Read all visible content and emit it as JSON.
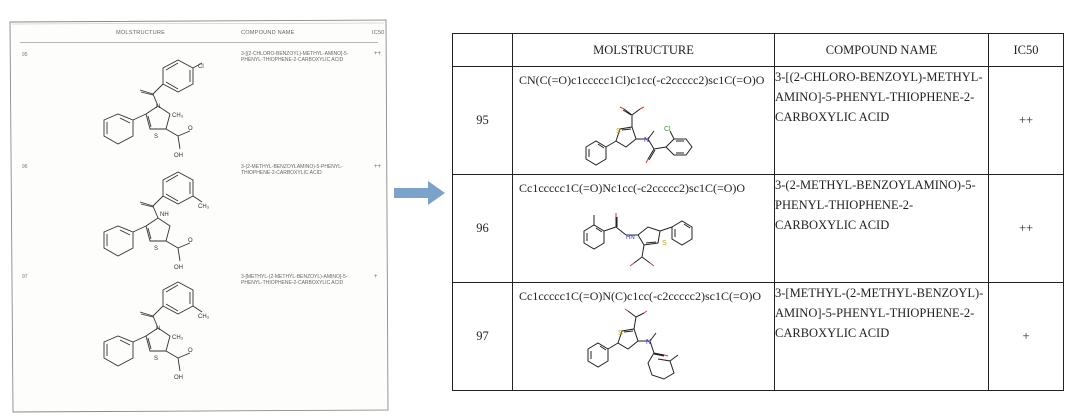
{
  "scan": {
    "headers": [
      "MOLSTRUCTURE",
      "COMPOUND NAME",
      "IC50"
    ],
    "rows": [
      {
        "index": "95",
        "name": "3-[(2-CHLORO-BENZOYL)-METHYL-AMINO]-5-PHENYL-THIOPHENE-2-CARBOXYLIC ACID",
        "ic50": "++",
        "labels": {
          "halo": "Cl",
          "n": "N",
          "nsub": "CH₃",
          "s": "S",
          "oh": "OH",
          "o": "O"
        }
      },
      {
        "index": "96",
        "name": "3-(2-METHYL-BENZOYLAMINO)-5-PHENYL-THIOPHENE-2-CARBOXYLIC ACID",
        "ic50": "++",
        "labels": {
          "halo": "CH₃",
          "n": "NH",
          "s": "S",
          "oh": "OH",
          "o": "O"
        }
      },
      {
        "index": "97",
        "name": "3-[METHYL-(2-METHYL-BENZOYL)-AMINO]-5-PHENYL-THIOPHENE-2-CARBOXYLIC ACID",
        "ic50": "+",
        "labels": {
          "halo": "CH₃",
          "n": "N",
          "nsub": "CH₃",
          "s": "S",
          "oh": "OH",
          "o": "O"
        }
      }
    ]
  },
  "table": {
    "headers": [
      "",
      "MOLSTRUCTURE",
      "COMPOUND NAME",
      "IC50"
    ],
    "rows": [
      {
        "index": "95",
        "smiles": "CN(C(=O)c1ccccc1Cl)c1cc(-c2ccccc2)sc1C(=O)O",
        "name": "3-[(2-CHLORO-BENZOYL)-METHYL-AMINO]-5-PHENYL-THIOPHENE-2-CARBOXYLIC ACID",
        "ic50": "++"
      },
      {
        "index": "96",
        "smiles": "Cc1ccccc1C(=O)Nc1cc(-c2ccccc2)sc1C(=O)O",
        "name": "3-(2-METHYL-BENZOYLAMINO)-5-PHENYL-THIOPHENE-2-CARBOXYLIC ACID",
        "ic50": "++"
      },
      {
        "index": "97",
        "smiles": "Cc1ccccc1C(=O)N(C)c1cc(-c2ccccc2)sc1C(=O)O",
        "name": "3-[METHYL-(2-METHYL-BENZOYL)-AMINO]-5-PHENYL-THIOPHENE-2-CARBOXYLIC ACID",
        "ic50": "+"
      }
    ]
  },
  "colors": {
    "arrow": "#7ba3c9",
    "oxygen": "#e03030",
    "nitrogen": "#3030d0",
    "sulfur": "#c8a000",
    "chlorine": "#30a030",
    "bond": "#222222"
  }
}
